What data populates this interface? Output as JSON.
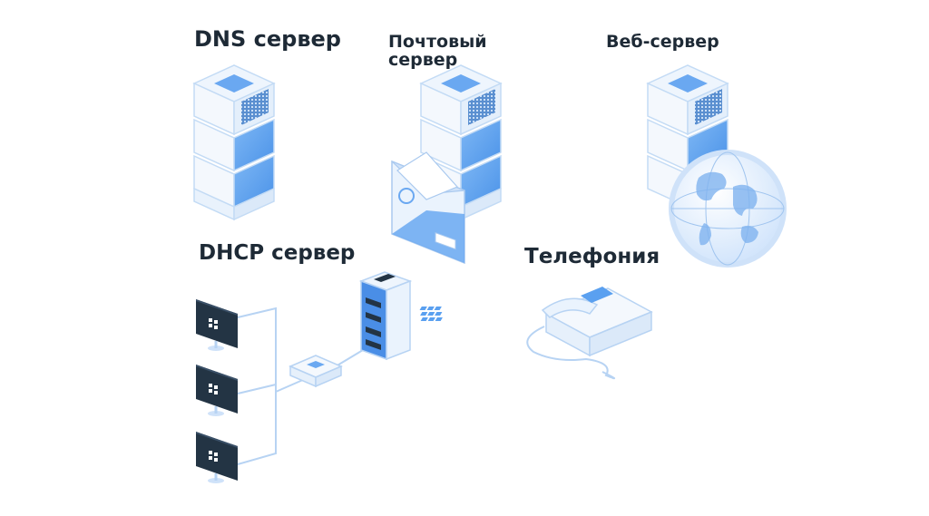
{
  "labels": {
    "dns": "DNS сервер",
    "mail_line1": "Почтовый",
    "mail_line2": "сервер",
    "web": "Веб-сервер",
    "dhcp": "DHCP сервер",
    "telephony": "Телефония"
  },
  "colors": {
    "text": "#1e2a36",
    "accent": "#5aa0f0",
    "accent_dark": "#3d7fd6",
    "panel": "#eaf3fd",
    "outline": "#bcd7f5",
    "monitor": "#233444"
  }
}
